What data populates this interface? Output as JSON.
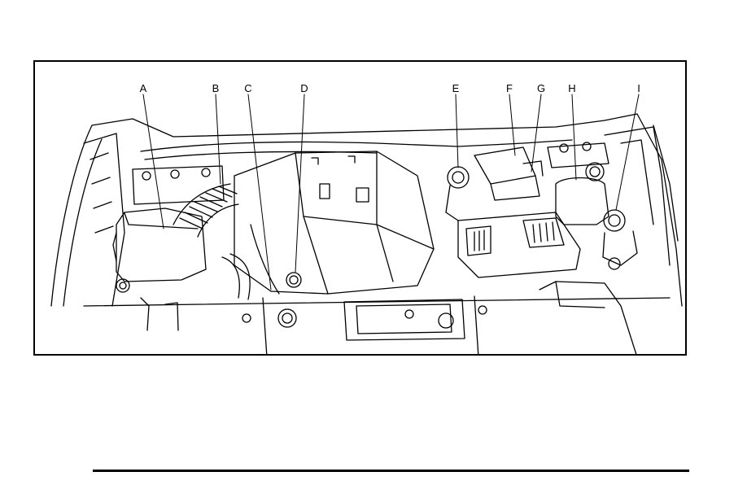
{
  "figure": {
    "callouts": [
      {
        "id": "A",
        "label": "A"
      },
      {
        "id": "B",
        "label": "B"
      },
      {
        "id": "C",
        "label": "C"
      },
      {
        "id": "D",
        "label": "D"
      },
      {
        "id": "E",
        "label": "E"
      },
      {
        "id": "F",
        "label": "F"
      },
      {
        "id": "G",
        "label": "G"
      },
      {
        "id": "H",
        "label": "H"
      },
      {
        "id": "I",
        "label": "I"
      }
    ]
  }
}
